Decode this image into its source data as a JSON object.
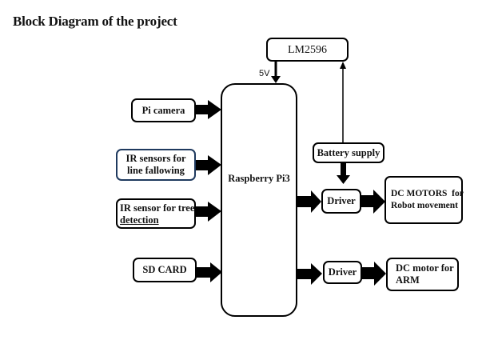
{
  "title": "Block Diagram of the project",
  "blocks": {
    "regulator": "LM2596",
    "voltage_label": "5V",
    "controller": "Raspberry Pi3",
    "pi_camera": "Pi camera",
    "ir_line_1": "IR sensors for",
    "ir_line_2": "line fallowing",
    "ir_tree_1": "IR sensor for tree",
    "ir_tree_2": "detection",
    "sd_card": "SD CARD",
    "battery": "Battery supply",
    "driver_1": "Driver",
    "driver_2": "Driver",
    "dc_motors_1": "DC MOTORS  for",
    "dc_motors_2": "Robot movement",
    "dc_arm_1": "DC motor for",
    "dc_arm_2": "ARM"
  },
  "colors": {
    "ir_line_border": "#1f3a5f",
    "stroke": "#000000"
  }
}
